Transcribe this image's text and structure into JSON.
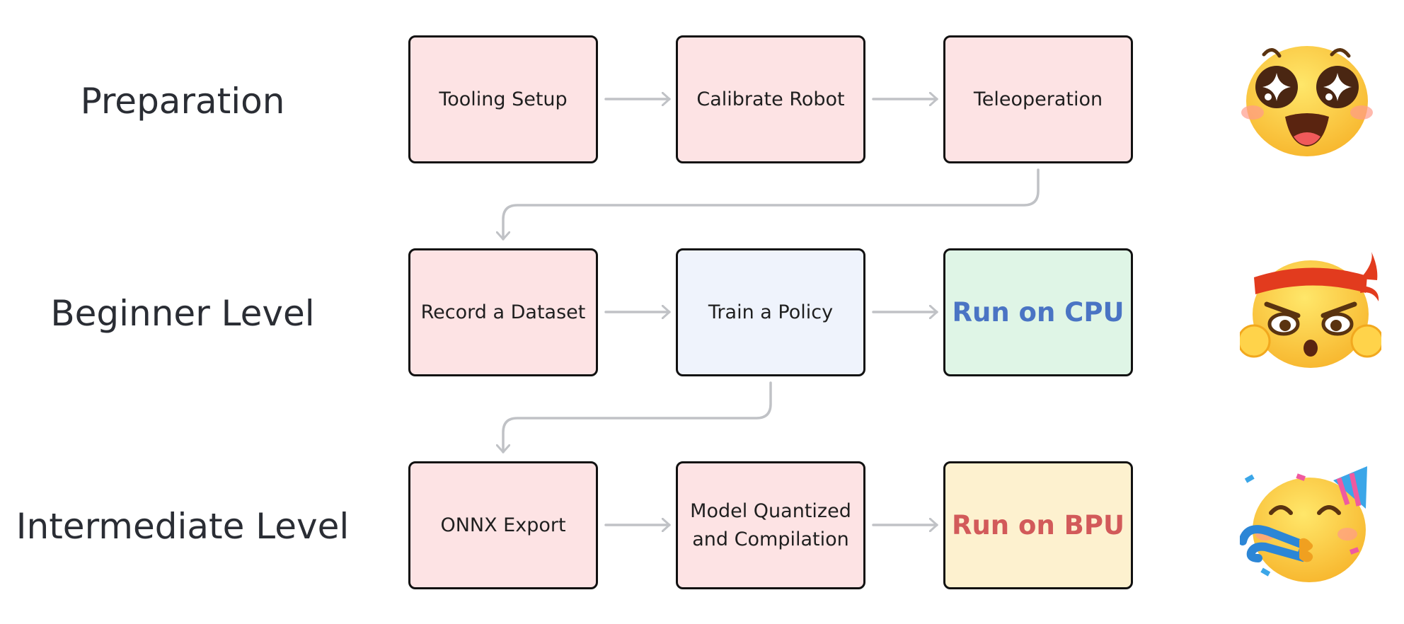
{
  "rows": [
    {
      "label": "Preparation"
    },
    {
      "label": "Beginner Level"
    },
    {
      "label": "Intermediate Level"
    }
  ],
  "steps": {
    "tooling_setup": "Tooling Setup",
    "calibrate_robot": "Calibrate Robot",
    "teleoperation": "Teleoperation",
    "record_dataset": "Record a Dataset",
    "train_policy": "Train a Policy",
    "run_cpu": "Run on CPU",
    "onnx_export": "ONNX Export",
    "model_quantized_line1": "Model Quantized",
    "model_quantized_line2": "and Compilation",
    "run_bpu": "Run on BPU"
  },
  "colors": {
    "step_fill": "#fde3e4",
    "train_fill": "#eff3fc",
    "cpu_fill": "#dff5e6",
    "bpu_fill": "#fdf1cf",
    "cpu_text": "#4a74c4",
    "bpu_text": "#d25a5a",
    "arrow": "#c0c2c6"
  },
  "icons": [
    "star-eyes-face-icon",
    "determined-headband-face-icon",
    "party-face-icon"
  ]
}
